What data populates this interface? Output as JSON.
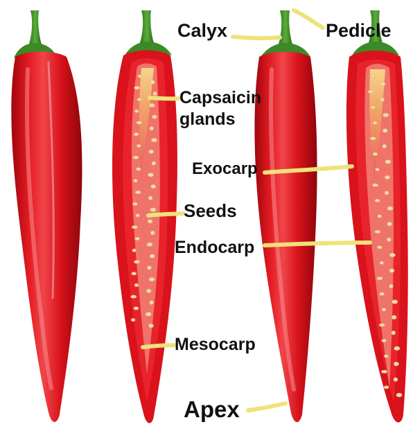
{
  "labels": {
    "calyx": "Calyx",
    "pedicle": "Pedicle",
    "capsaicin_line1": "Capsaicin",
    "capsaicin_line2": "glands",
    "exocarp": "Exocarp",
    "seeds": "Seeds",
    "endocarp": "Endocarp",
    "mesocarp": "Mesocarp",
    "apex": "Apex"
  },
  "colors": {
    "pepper_red": "#d8121b",
    "pepper_dark": "#9e0710",
    "pepper_highlight": "#f2545a",
    "stem_green": "#3d8f2a",
    "seed_cream": "#f6dca6",
    "leader_yellow": "#efe27a",
    "label_text": "#111111"
  },
  "peppers": [
    "whole-pepper",
    "cut-pepper",
    "whole-pepper",
    "cut-pepper"
  ]
}
